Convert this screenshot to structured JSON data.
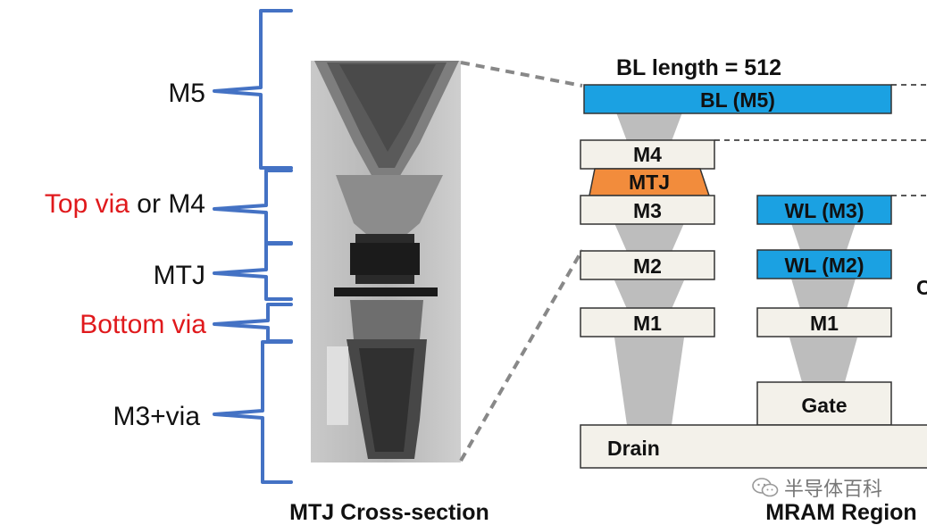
{
  "layers_left": {
    "m5": "M5",
    "top_via_red": "Top via",
    "top_via_rest": " or M4",
    "mtj": "MTJ",
    "bottom_via": "Bottom via",
    "m3via": "M3+via"
  },
  "captions": {
    "cross_section": "MTJ Cross-section",
    "mram_region": "MRAM Region"
  },
  "stack": {
    "bl_length": "BL length = 512",
    "bl": "BL (M5)",
    "m4": "M4",
    "mtj": "MTJ",
    "m3": "M3",
    "m2": "M2",
    "m1": "M1",
    "wl_m3": "WL (M3)",
    "wl_m2": "WL (M2)",
    "m1_right": "M1",
    "gate": "Gate",
    "drain": "Drain",
    "clipped_letter": "C"
  },
  "watermark": "半导体百科",
  "colors": {
    "bracket_blue": "#4472c4",
    "label_red": "#e0191c",
    "metal_blue": "#1ba1e2",
    "mtj_orange": "#f28c3c",
    "box_fill": "#f3f1ea",
    "via_grey": "#bdbdbd"
  }
}
